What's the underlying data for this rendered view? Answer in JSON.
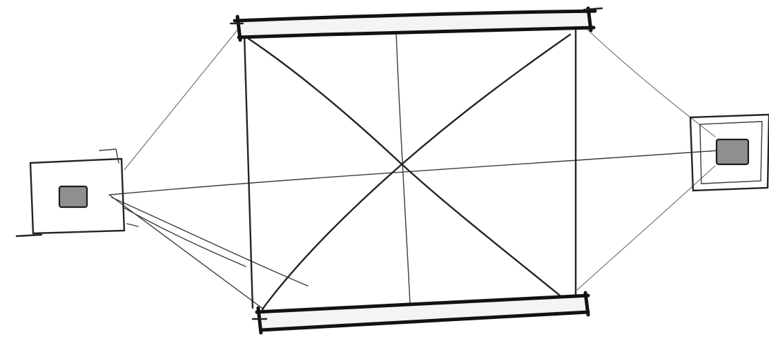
{
  "diagram": {
    "kind": "hand-drawn sketch",
    "colors": {
      "background": "#ffffff",
      "ink": "#1b1b1b",
      "sensor_fill": "#8f8f8f"
    },
    "elements": [
      "top-rail",
      "bottom-rail",
      "left-post",
      "right-post",
      "center-post",
      "diagonal-top-left-to-bottom-right",
      "diagonal-top-right-to-bottom-left",
      "left-device",
      "right-device"
    ]
  }
}
